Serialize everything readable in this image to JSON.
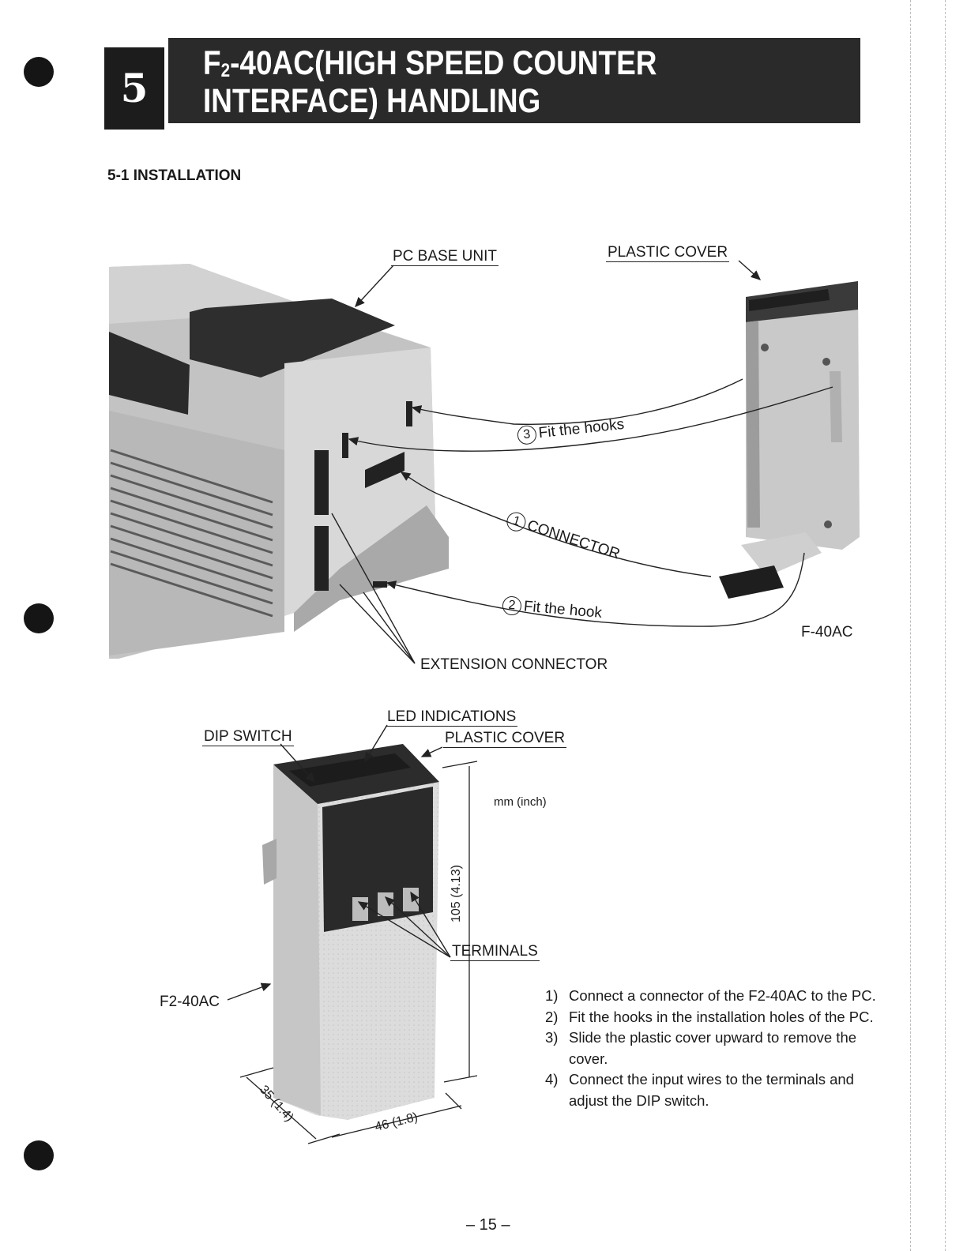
{
  "chapter": {
    "number": "5",
    "title_line1_prefix": "F",
    "title_line1_sub": "2",
    "title_line1_rest": "-40AC(HIGH SPEED COUNTER",
    "title_line2": "INTERFACE) HANDLING"
  },
  "section": {
    "title": "5-1 INSTALLATION"
  },
  "figure1": {
    "labels": {
      "pc_base_unit": "PC BASE UNIT",
      "plastic_cover": "PLASTIC COVER",
      "extension_connector": "EXTENSION CONNECTOR",
      "module": "F-40AC"
    },
    "steps": [
      {
        "num": "3",
        "text": "Fit the hooks"
      },
      {
        "num": "1",
        "text": "CONNECTOR"
      },
      {
        "num": "2",
        "text": "Fit the hook"
      }
    ]
  },
  "figure2": {
    "labels": {
      "led_indications": "LED INDICATIONS",
      "dip_switch": "DIP SWITCH",
      "plastic_cover": "PLASTIC COVER",
      "unit_note": "mm (inch)",
      "terminals": "TERMINALS",
      "module": "F2-40AC"
    },
    "dimensions": {
      "height": "105 (4.13)",
      "depth": "35 (1.4)",
      "width": "46 (1.8)"
    }
  },
  "instructions": [
    {
      "num": "1)",
      "text": "Connect a connector of the F2-40AC to the PC."
    },
    {
      "num": "2)",
      "text": "Fit the hooks in the installation holes of the PC."
    },
    {
      "num": "3)",
      "text": "Slide the plastic cover upward to remove the cover."
    },
    {
      "num": "4)",
      "text": "Connect the input wires to the terminals and adjust the DIP switch."
    }
  ],
  "page_number": "– 15 –"
}
